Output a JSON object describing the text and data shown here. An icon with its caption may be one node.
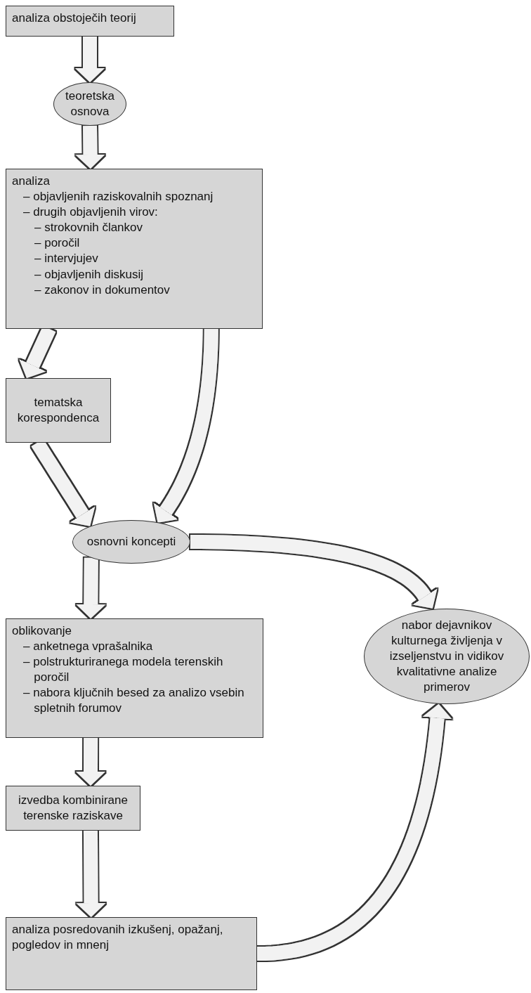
{
  "diagram": {
    "nodes": [
      {
        "text": [
          "analiza obstoječih teorij"
        ]
      },
      {
        "text": [
          "teoretska osnova"
        ]
      },
      {
        "text": [
          "analiza",
          "– objavljenih raziskovalnih spoznanj",
          "– drugih objavljenih virov:",
          "– strokovnih člankov",
          "– poročil",
          "– intervjujev",
          "– objavljenih diskusij",
          "– zakonov in dokumentov"
        ]
      },
      {
        "text": [
          "tematska korespondenca"
        ]
      },
      {
        "text": [
          "osnovni koncepti"
        ]
      },
      {
        "text": [
          "oblikovanje",
          "– anketnega vprašalnika",
          "– polstrukturiranega modela terenskih poročil",
          "– nabora ključnih besed za analizo vsebin spletnih forumov"
        ]
      },
      {
        "text": [
          "nabor dejavnikov kulturnega življenja v izseljenstvu in vidikov kvalitativne analize primerov"
        ]
      },
      {
        "text": [
          "izvedba kombinirane terenske raziskave"
        ]
      },
      {
        "text": [
          "analiza posredovanih izkušenj, opažanj, pogledov in mnenj"
        ]
      }
    ],
    "edges": [
      {
        "from": 0,
        "to": 1,
        "arrow": "to"
      },
      {
        "from": 1,
        "to": 2,
        "arrow": "to"
      },
      {
        "from": 2,
        "to": 3,
        "arrow": "to"
      },
      {
        "from": 2,
        "to": 4,
        "arrow": "to"
      },
      {
        "from": 3,
        "to": 4,
        "arrow": "to"
      },
      {
        "from": 4,
        "to": 6,
        "arrow": "to"
      },
      {
        "from": 4,
        "to": 5,
        "arrow": "to"
      },
      {
        "from": 5,
        "to": 7,
        "arrow": "to"
      },
      {
        "from": 7,
        "to": 8,
        "arrow": "to"
      },
      {
        "from": 8,
        "to": 6,
        "arrow": "to"
      }
    ]
  }
}
